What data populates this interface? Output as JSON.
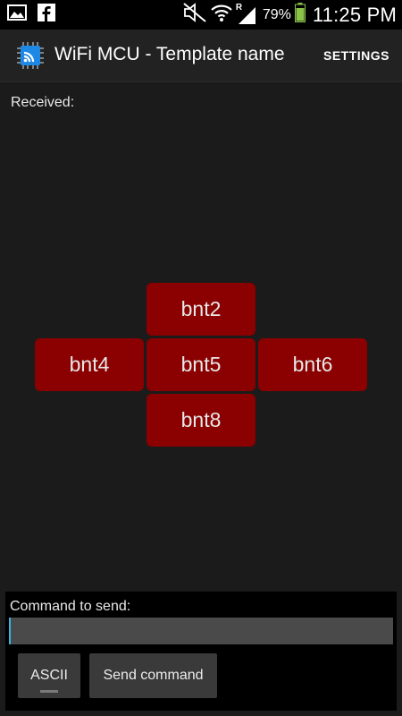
{
  "status_bar": {
    "battery_percent": "79%",
    "time": "11:25 PM",
    "roaming_indicator": "R",
    "icons": [
      "image-icon",
      "facebook-icon",
      "mute-icon",
      "wifi-icon",
      "signal-icon",
      "battery-icon"
    ]
  },
  "action_bar": {
    "title": "WiFi MCU - Template name",
    "settings_label": "SETTINGS"
  },
  "main": {
    "received_label": "Received:",
    "buttons": {
      "up": "bnt2",
      "left": "bnt4",
      "center": "bnt5",
      "right": "bnt6",
      "down": "bnt8"
    },
    "button_color": "#8b0000"
  },
  "command": {
    "label": "Command to send:",
    "input_value": "",
    "ascii_label": "ASCII",
    "send_label": "Send command"
  },
  "colors": {
    "background": "#1b1b1b",
    "accent": "#33b5e5",
    "panel": "#000000"
  }
}
